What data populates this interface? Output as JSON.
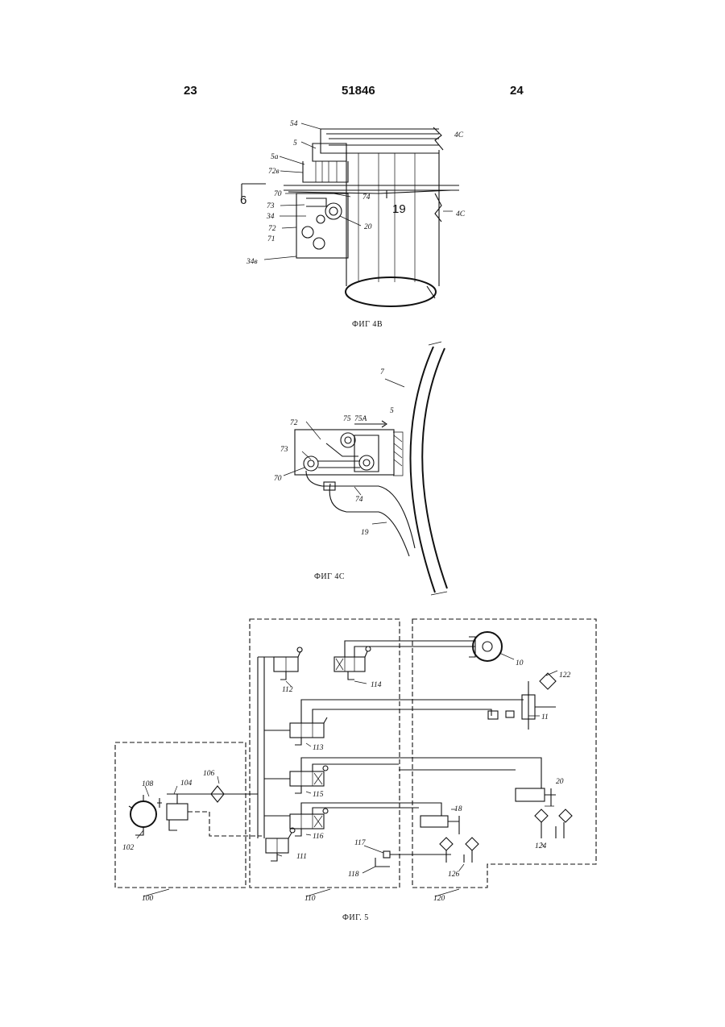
{
  "header": {
    "left_page": "23",
    "doc_number": "51846",
    "right_page": "24"
  },
  "fig4b": {
    "caption": "ФИГ 4В",
    "labels": [
      "54",
      "5",
      "5a",
      "72в",
      "70",
      "73",
      "34",
      "72",
      "71",
      "34в",
      "74",
      "20",
      "4C",
      "4C",
      "6",
      "19"
    ]
  },
  "fig4c": {
    "caption": "ФИГ 4С",
    "labels": [
      "7",
      "5",
      "75А",
      "75",
      "72",
      "73",
      "70",
      "74",
      "19"
    ]
  },
  "fig5": {
    "caption": "ФИГ. 5",
    "labels": [
      "10",
      "122",
      "11",
      "112",
      "114",
      "113",
      "115",
      "116",
      "111",
      "20",
      "18",
      "108",
      "106",
      "104",
      "102",
      "117",
      "118",
      "126",
      "124",
      "100",
      "110",
      "120"
    ]
  }
}
